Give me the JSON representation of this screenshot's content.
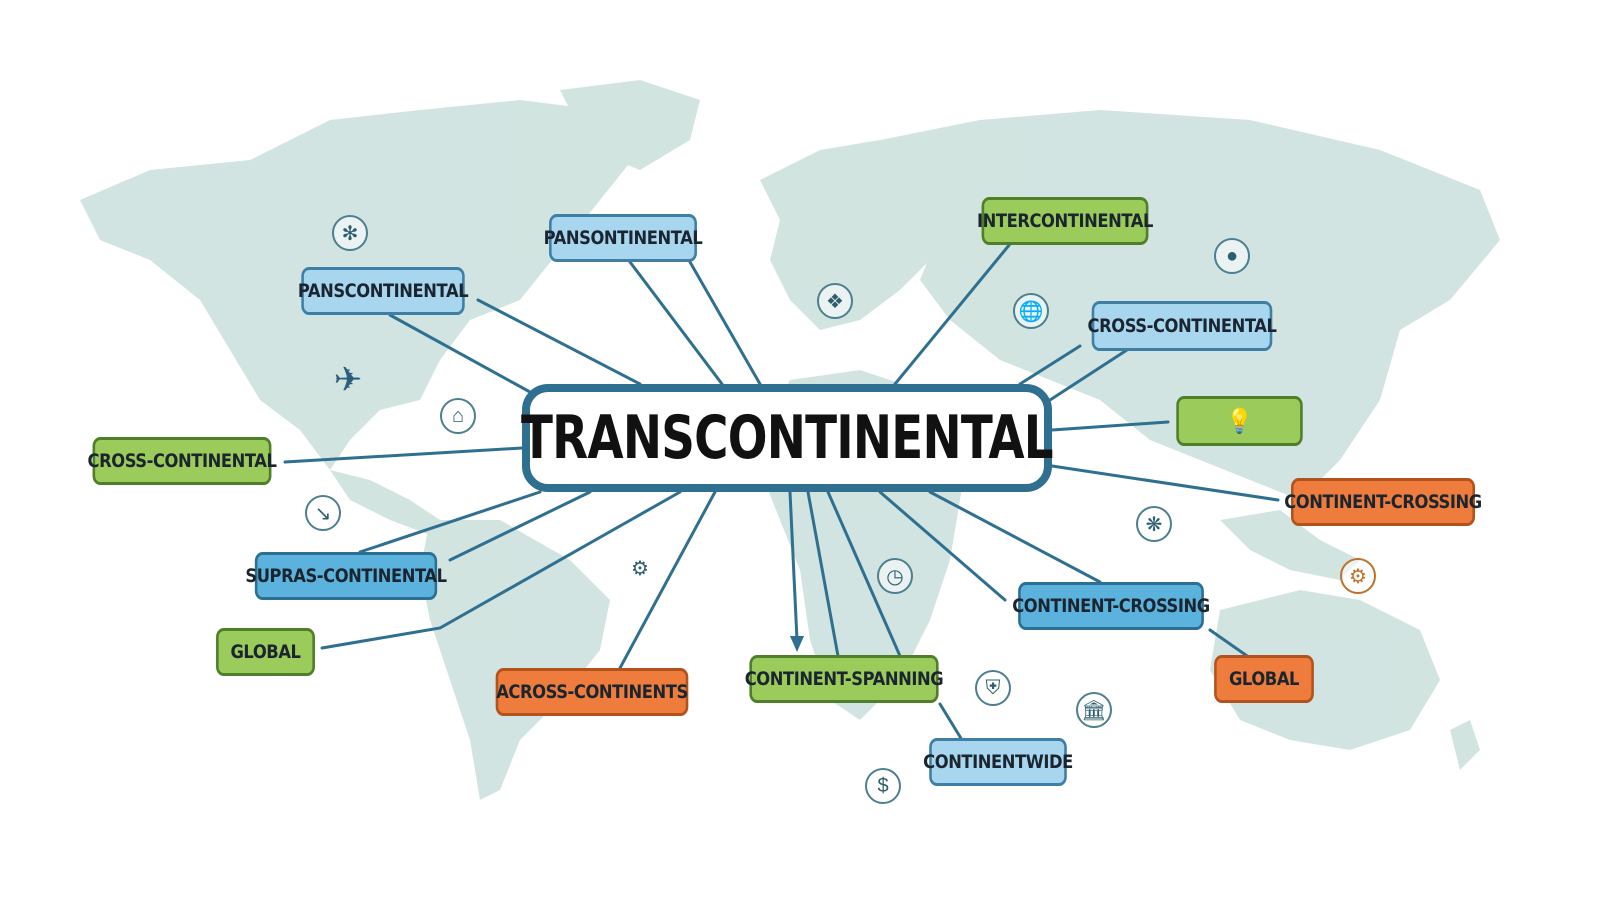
{
  "center": {
    "label": "TRANSCONTINENTAL"
  },
  "nodes": [
    {
      "id": "pansontinental",
      "label": "PANSONTINENTAL",
      "color": "lblue"
    },
    {
      "id": "panscontinental",
      "label": "PANSCONTINENTAL",
      "color": "lblue"
    },
    {
      "id": "intercontinental",
      "label": "INTERCONTINENTAL",
      "color": "green"
    },
    {
      "id": "cross-continental-right",
      "label": "CROSS-CONTINENTAL",
      "color": "lblue"
    },
    {
      "id": "lightbulb-box",
      "label": "",
      "color": "green",
      "icon": "lightbulb-icon"
    },
    {
      "id": "cross-continental-left",
      "label": "CROSS-CONTINENTAL",
      "color": "green"
    },
    {
      "id": "continent-crossing-right",
      "label": "CONTINENT-CROSSING",
      "color": "orange"
    },
    {
      "id": "supras-continental",
      "label": "SUPRAS-CONTINENTAL",
      "color": "mblue"
    },
    {
      "id": "continent-crossing-mid",
      "label": "CONTINENT-CROSSING",
      "color": "mblue"
    },
    {
      "id": "global-left",
      "label": "GLOBAL",
      "color": "green"
    },
    {
      "id": "global-right",
      "label": "GLOBAL",
      "color": "orange"
    },
    {
      "id": "across-continents",
      "label": "ACROSS-CONTINENTS",
      "color": "orange"
    },
    {
      "id": "continent-spanning",
      "label": "CONTINENT-SPANNING",
      "color": "green"
    },
    {
      "id": "continentwide",
      "label": "CONTINENTWIDE",
      "color": "lblue"
    }
  ],
  "colors": {
    "green": "#9bcb5a",
    "light_blue": "#a9d6ef",
    "mid_blue": "#5bb3dd",
    "orange": "#ee7c3c",
    "link": "#2f6f8f",
    "map": "#cfe3df"
  },
  "decor_icons": [
    "airplane-icon",
    "compass-icon",
    "globe-icon",
    "sun-icon",
    "handshake-icon",
    "market-icon",
    "arrow-icon",
    "person-icon",
    "currency-icon",
    "bank-icon",
    "shield-icon",
    "network-icon",
    "gear-icon",
    "clock-icon"
  ]
}
